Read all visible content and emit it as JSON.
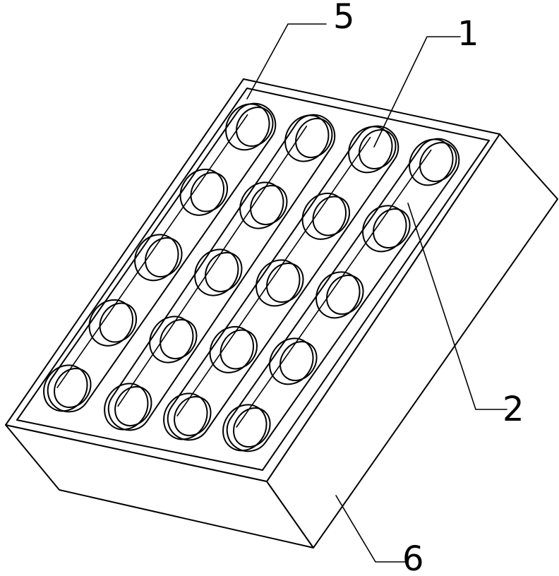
{
  "diagram": {
    "callouts": [
      {
        "id": "5",
        "text": "5",
        "part": "frame-rim"
      },
      {
        "id": "1",
        "text": "1",
        "part": "roller"
      },
      {
        "id": "2",
        "text": "2",
        "part": "track-rail"
      },
      {
        "id": "6",
        "text": "6",
        "part": "base-block"
      }
    ],
    "rows": 4,
    "rollers_per_row": 5,
    "line_color": "#000000",
    "background": "#ffffff"
  }
}
